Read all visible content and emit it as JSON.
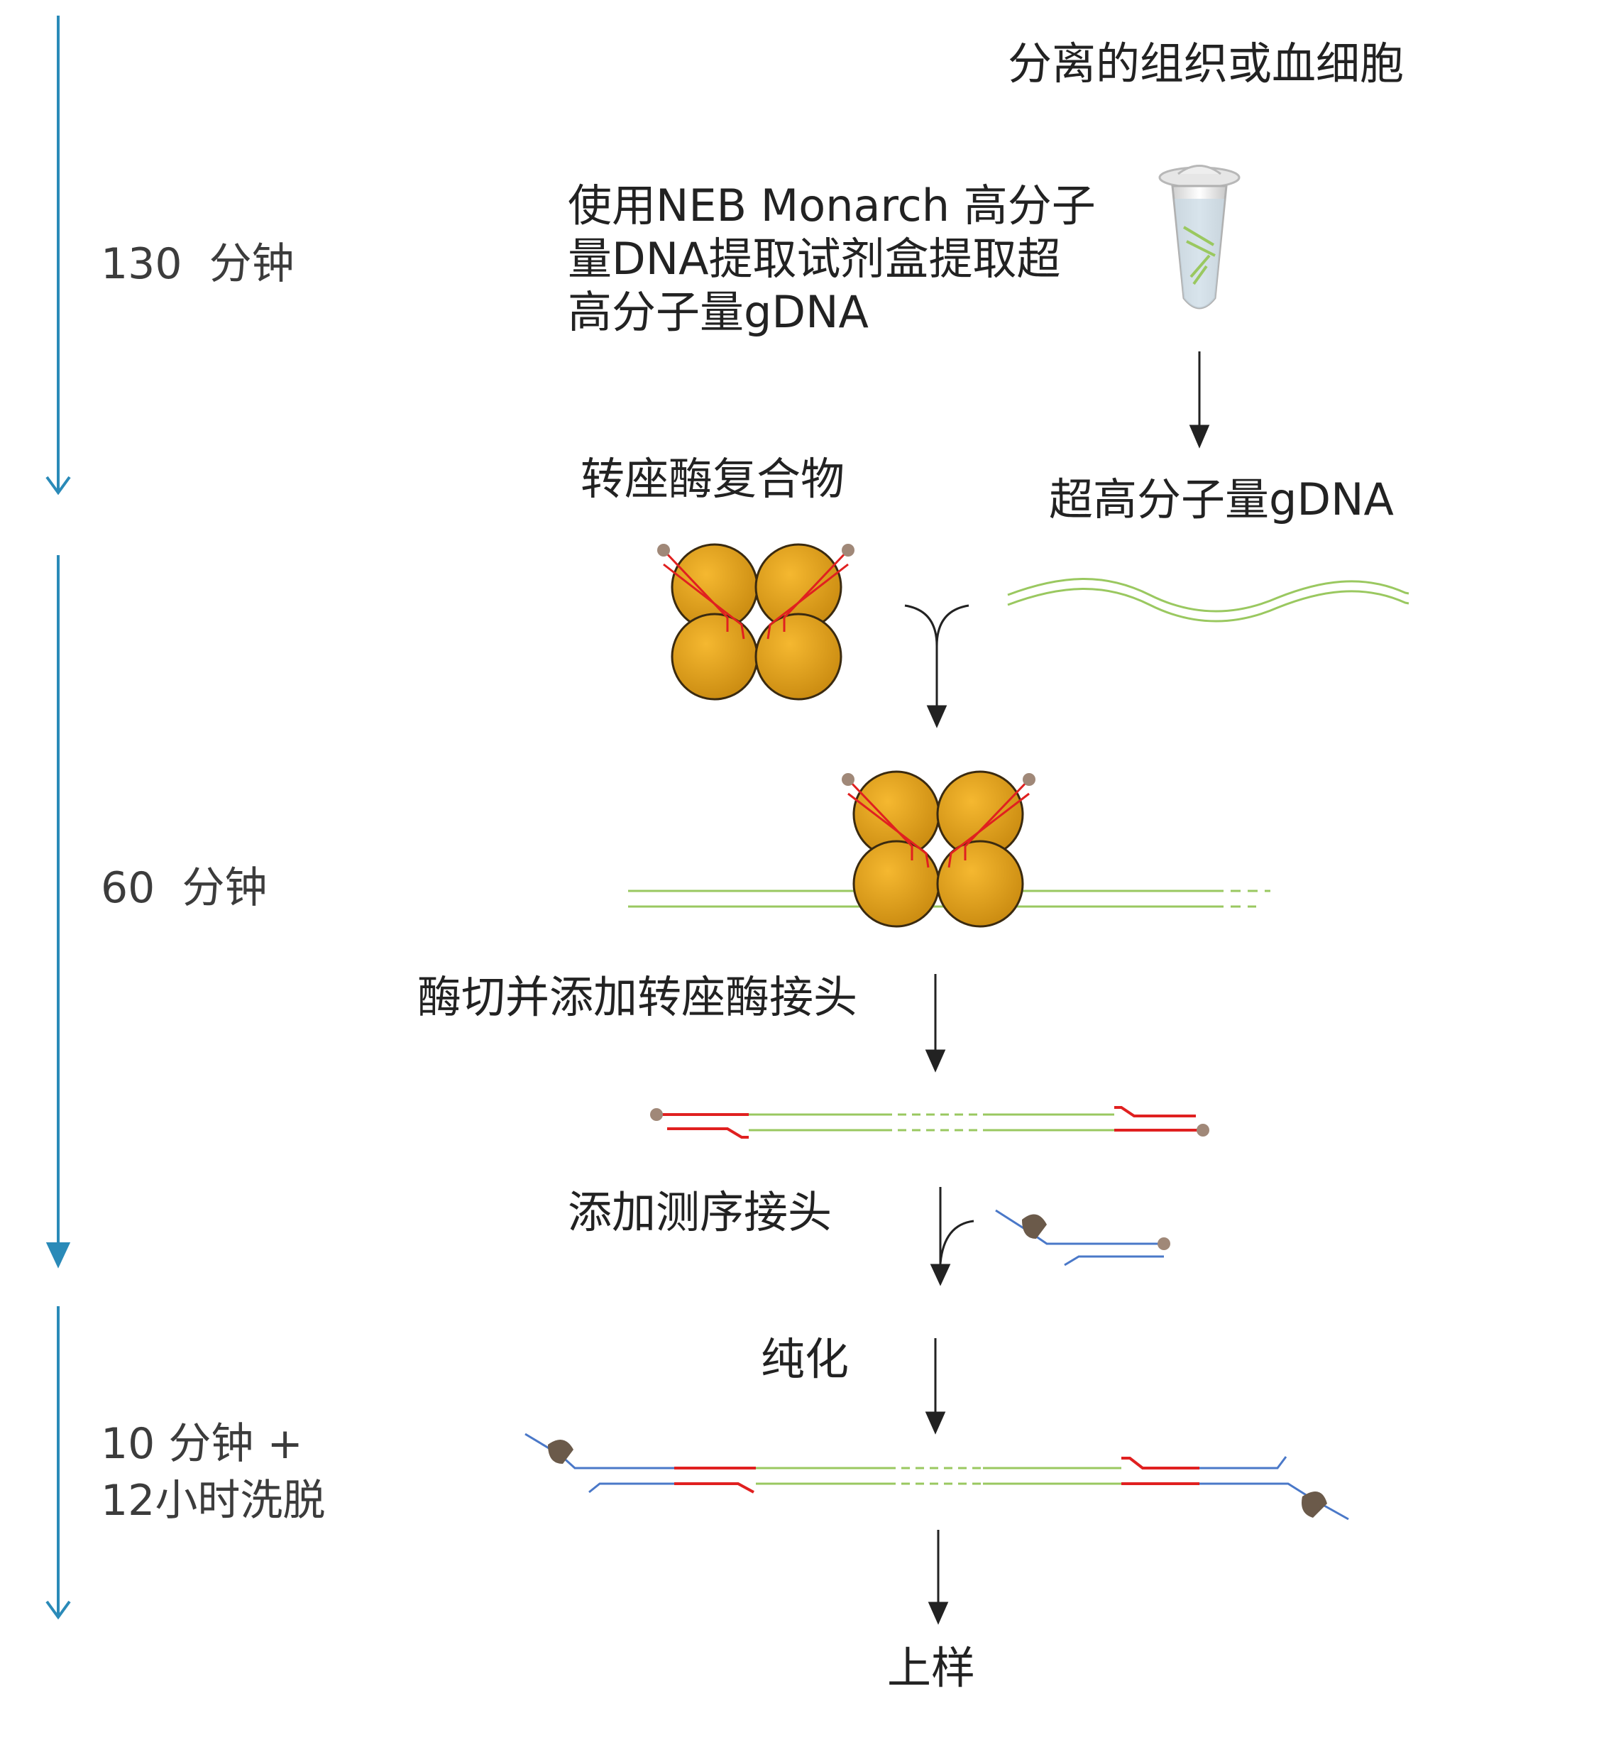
{
  "time_labels": {
    "phase1": "130  分钟",
    "phase2": "60  分钟",
    "phase3_line1": "10 分钟 +",
    "phase3_line2": "12小时洗脱"
  },
  "step_labels": {
    "source": "分离的组织或血细胞",
    "extraction_line1": "使用NEB Monarch 高分子",
    "extraction_line2": "量DNA提取试剂盒提取超",
    "extraction_line3": "高分子量gDNA",
    "transposase_complex": "转座酶复合物",
    "uhmw_gdna": "超高分子量gDNA",
    "tagmentation": "酶切并添加转座酶接头",
    "add_adapters": "添加测序接头",
    "purify": "纯化",
    "load": "上样"
  },
  "colors": {
    "timeline": "#2a8ab8",
    "enzyme": "#e0a020",
    "enzyme_outline": "#3a2a10",
    "dna": "#9ac860",
    "transposon": "#e02020",
    "seq_adapter": "#4a78c8",
    "motor": "#6b5a4a",
    "arrow": "#222222"
  }
}
